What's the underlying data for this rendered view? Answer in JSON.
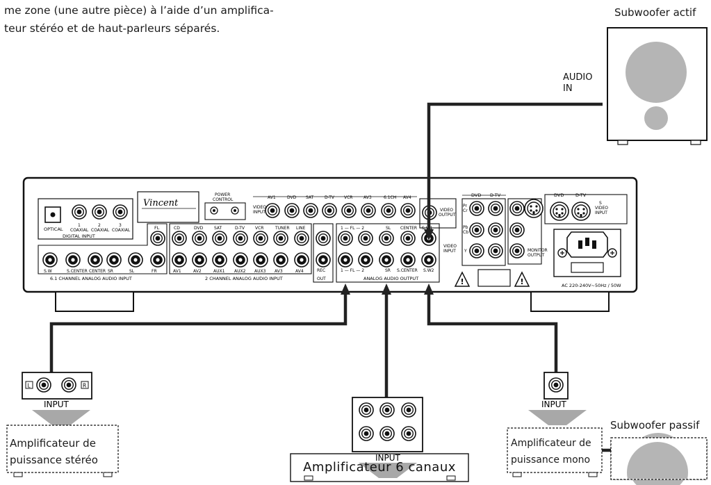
{
  "intro_lines": [
    "me zone (une autre pièce) à l’aide d’un amplifica-",
    "teur stéréo et de haut-parleurs séparés."
  ],
  "subwoofer_active": {
    "title": "Subwoofer actif",
    "input_label_line1": "AUDIO",
    "input_label_line2": "IN"
  },
  "subwoofer_passive": {
    "title": "Subwoofer passif"
  },
  "receiver": {
    "brand": "Vincent",
    "digital_input": {
      "optical": "OPTICAL",
      "coaxial": [
        {
          "n": "1",
          "label": "COAXIAL"
        },
        {
          "n": "2",
          "label": "COAXIAL"
        },
        {
          "n": "3",
          "label": "COAXIAL"
        }
      ],
      "group": "DIGITAL INPUT"
    },
    "power_control": {
      "line1": "POWER",
      "line2": "CONTROL"
    },
    "video_input": {
      "line1": "VIDEO",
      "line2": "INPUT"
    },
    "video_output": {
      "line1": "VIDEO",
      "line2": "OUTPUT"
    },
    "video_sources": [
      "AV1",
      "DVD",
      "SAT",
      "D-TV",
      "VCR",
      "AV3",
      "6.1CH",
      "AV4"
    ],
    "ch61": {
      "fl": "FL",
      "bottom": [
        "S.W",
        "S.CENTER",
        "CENTER",
        "SR",
        "SL",
        "FR"
      ],
      "group": "6.1 CHANNEL ANALOG AUDIO INPUT"
    },
    "ch2": {
      "top": [
        "CD",
        "DVD",
        "SAT",
        "D-TV",
        "VCR",
        "TUNER",
        "LINE"
      ],
      "bottom": [
        "AV1",
        "AV2",
        "AUX1",
        "AUX2",
        "AUX3",
        "AV3",
        "AV4"
      ],
      "group": "2 CHANNEL ANALOG AUDIO INPUT"
    },
    "rec": "REC",
    "out": "OUT",
    "analog_out": {
      "top": [
        "1 — FL — 2",
        "SL",
        "CENTER",
        "S.W1"
      ],
      "bottom": [
        "1 — FL — 2",
        "SR",
        "S.CENTER",
        "S.W2"
      ],
      "group": "ANALOG AUDIO OUTPUT"
    },
    "component": {
      "dvd": "DVD",
      "dtv": "D-TV",
      "pr1": "Pr",
      "pr2": "Cr",
      "pb1": "Pb",
      "pb2": "Cb",
      "y": "Y",
      "video_input_line1": "VIDEO",
      "video_input_line2": "INPUT",
      "monitor_line1": "MONITOR",
      "monitor_line2": "OUTPUT"
    },
    "svideo": {
      "dvd": "DVD",
      "dtv": "D-TV",
      "line1": "S",
      "line2": "VIDEO",
      "line3": "INPUT"
    },
    "ac_label": "AC 220-240V~50Hz / 50W"
  },
  "stereo_amp": {
    "jack_left": "L",
    "jack_right": "R",
    "input_label": "INPUT",
    "line1": "Amplificateur de",
    "line2": "puissance stéréo"
  },
  "six_ch_amp": {
    "input_label": "INPUT",
    "label": "Amplificateur 6 canaux"
  },
  "mono_amp": {
    "input_label": "INPUT",
    "line1": "Amplificateur de",
    "line2": "puissance mono"
  },
  "colors": {
    "line": "#222222",
    "speaker": "#b5b5b5",
    "funnel": "#a8a8a8",
    "panel_fill": "#ffffff"
  }
}
